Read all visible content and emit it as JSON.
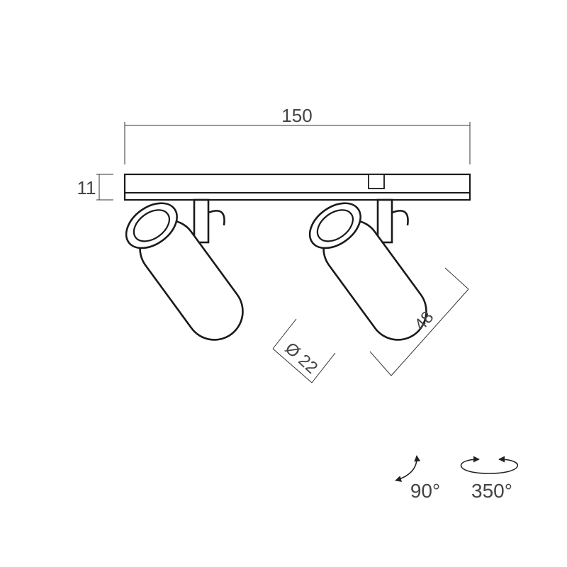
{
  "dimensions": {
    "width_label": "150",
    "height_label": "11",
    "diameter_label": "Ø 22",
    "length_label": "48"
  },
  "rotations": {
    "tilt_label": "90°",
    "pan_label": "350°"
  },
  "colors": {
    "stroke": "#1a1a1a",
    "text": "#444444",
    "background": "#ffffff"
  }
}
